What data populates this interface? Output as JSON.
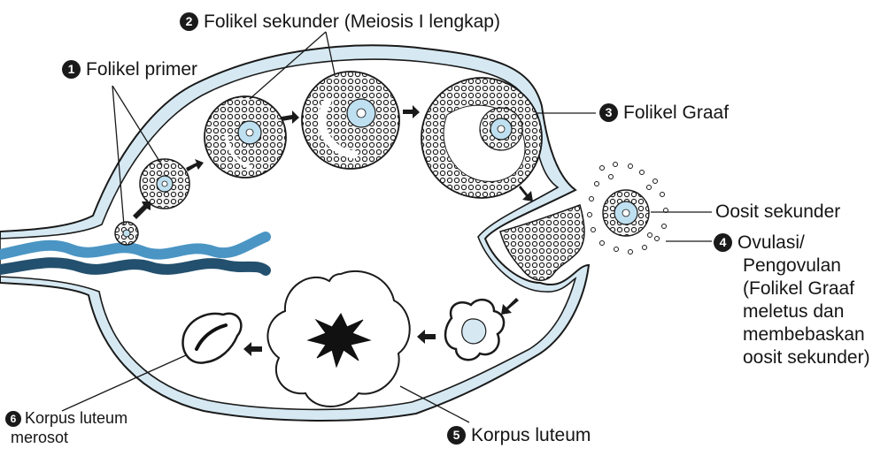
{
  "labels": {
    "folikel_primer": {
      "number": "1",
      "text": "Folikel primer"
    },
    "folikel_sekunder": {
      "number": "2",
      "text": "Folikel sekunder (Meiosis I lengkap)"
    },
    "folikel_graaf": {
      "number": "3",
      "text": "Folikel Graaf"
    },
    "oosit_sekunder": {
      "text": "Oosit sekunder"
    },
    "ovulasi": {
      "number": "4",
      "lines": [
        "Ovulasi/",
        "Pengovulan",
        "(Folikel Graaf",
        "meletus dan",
        "membebaskan",
        "oosit sekunder)"
      ]
    },
    "korpus_luteum": {
      "number": "5",
      "text": "Korpus luteum"
    },
    "korpus_luteum_merosot": {
      "number": "6",
      "lines": [
        "Korpus luteum",
        "merosot"
      ]
    }
  },
  "colors": {
    "ovary_fill": "#d6e9f3",
    "blood_vessel_light": "#4a95c4",
    "blood_vessel_dark": "#23506e",
    "outline": "#1a1a1a",
    "oocyte_fill": "#bfe0f0"
  }
}
